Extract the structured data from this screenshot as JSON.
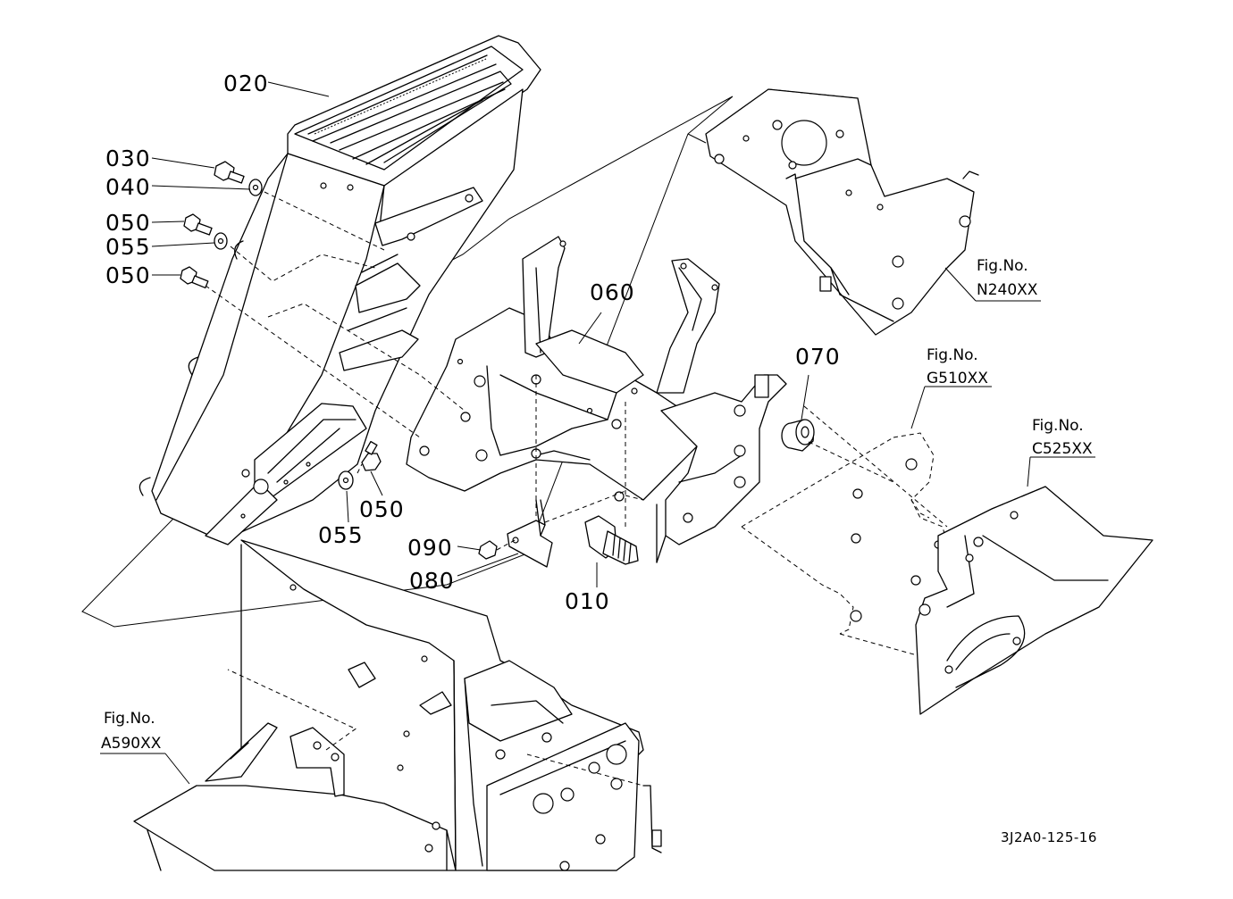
{
  "parts": {
    "p010": "010",
    "p020": "020",
    "p030": "030",
    "p040": "040",
    "p050a": "050",
    "p050b": "050",
    "p050c": "050",
    "p055a": "055",
    "p055b": "055",
    "p060": "060",
    "p070": "070",
    "p080": "080",
    "p090": "090"
  },
  "figrefs": {
    "n240": {
      "prefix": "Fig.No.",
      "code": "N240XX"
    },
    "g510": {
      "prefix": "Fig.No.",
      "code": "G510XX"
    },
    "c525": {
      "prefix": "Fig.No.",
      "code": "C525XX"
    },
    "a590": {
      "prefix": "Fig.No.",
      "code": "A590XX"
    }
  },
  "drawing_code": "3J2A0-125-16"
}
